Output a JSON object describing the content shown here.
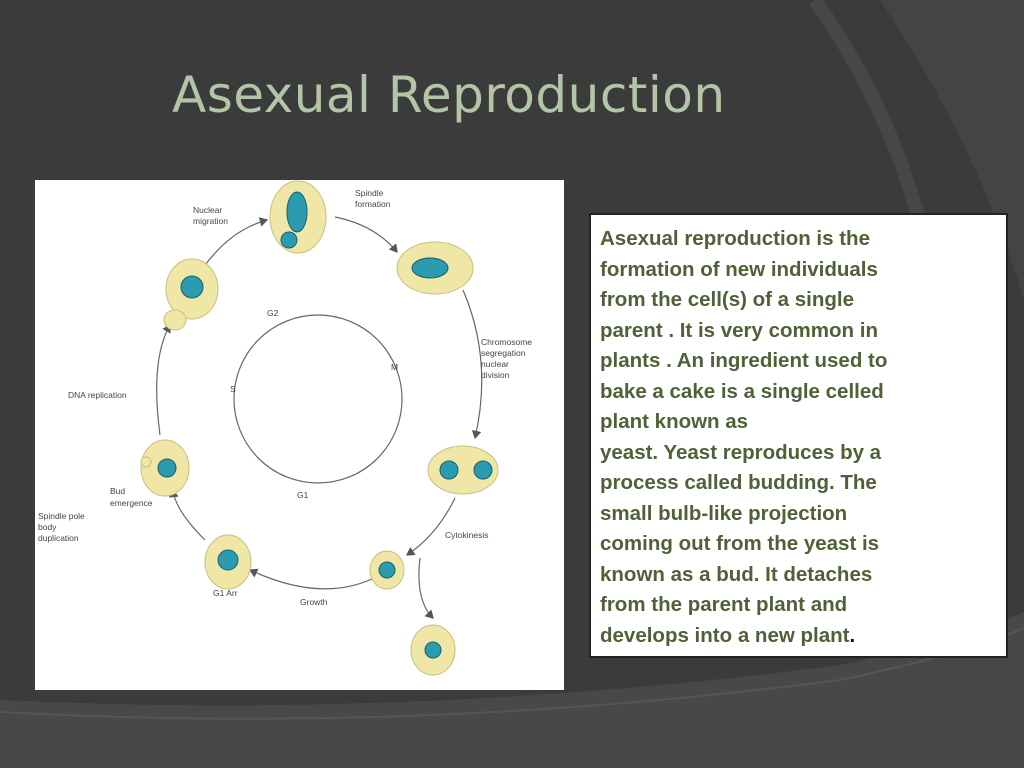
{
  "slide": {
    "title": "Asexual Reproduction",
    "description_lines": [
      "Asexual reproduction is the",
      "formation of new individuals",
      "from the cell(s) of a single",
      "parent . It is very common in",
      "plants . An ingredient used to",
      "bake a cake is a single celled",
      "plant known as",
      "yeast.  Yeast reproduces by a",
      "process called budding. The",
      "small bulb-like projection",
      "coming out from the yeast is",
      "known as a bud.  It detaches",
      "from the parent plant and",
      "develops into a new plant"
    ],
    "description_end": "."
  },
  "diagram": {
    "labels": {
      "nuclear_migration_1": "Nuclear",
      "nuclear_migration_2": "migration",
      "spindle_formation_1": "Spindle",
      "spindle_formation_2": "formation",
      "chromosome_1": "Chromosome",
      "chromosome_2": "segregation",
      "chromosome_3": "nuclear",
      "chromosome_4": "division",
      "dna_replication": "DNA replication",
      "bud_emergence_1": "Bud",
      "bud_emergence_2": "emergence",
      "spindle_pole_1": "Spindle pole",
      "spindle_pole_2": "body",
      "spindle_pole_3": "duplication",
      "cytokinesis": "Cytokinesis",
      "growth": "Growth",
      "g1_arr": "G1 Arr",
      "phase_g2": "G2",
      "phase_m": "M",
      "phase_s": "S",
      "phase_g1": "G1"
    }
  },
  "colors": {
    "background": "#3b3b3b",
    "title": "#b4c4a6",
    "text": "#4f6137",
    "cell_fill": "#f0e6a6",
    "nucleus_fill": "#2b9bb0"
  }
}
